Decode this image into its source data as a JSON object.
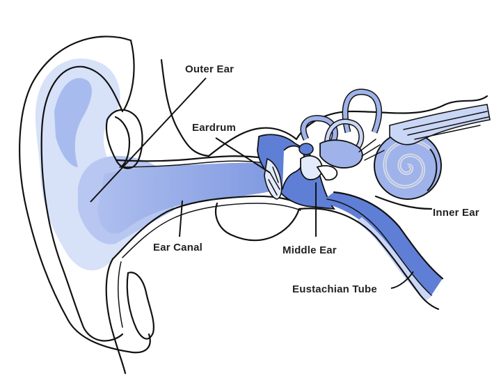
{
  "labels": {
    "outer_ear": "Outer Ear",
    "eardrum": "Eardrum",
    "ear_canal": "Ear Canal",
    "middle_ear": "Middle Ear",
    "inner_ear": "Inner Ear",
    "eustachian_tube": "Eustachian Tube"
  },
  "colors": {
    "light_blue": "#c9d6f5",
    "mid_blue": "#9fb3ea",
    "dark_blue": "#5f7fd6",
    "outline": "#111111"
  }
}
